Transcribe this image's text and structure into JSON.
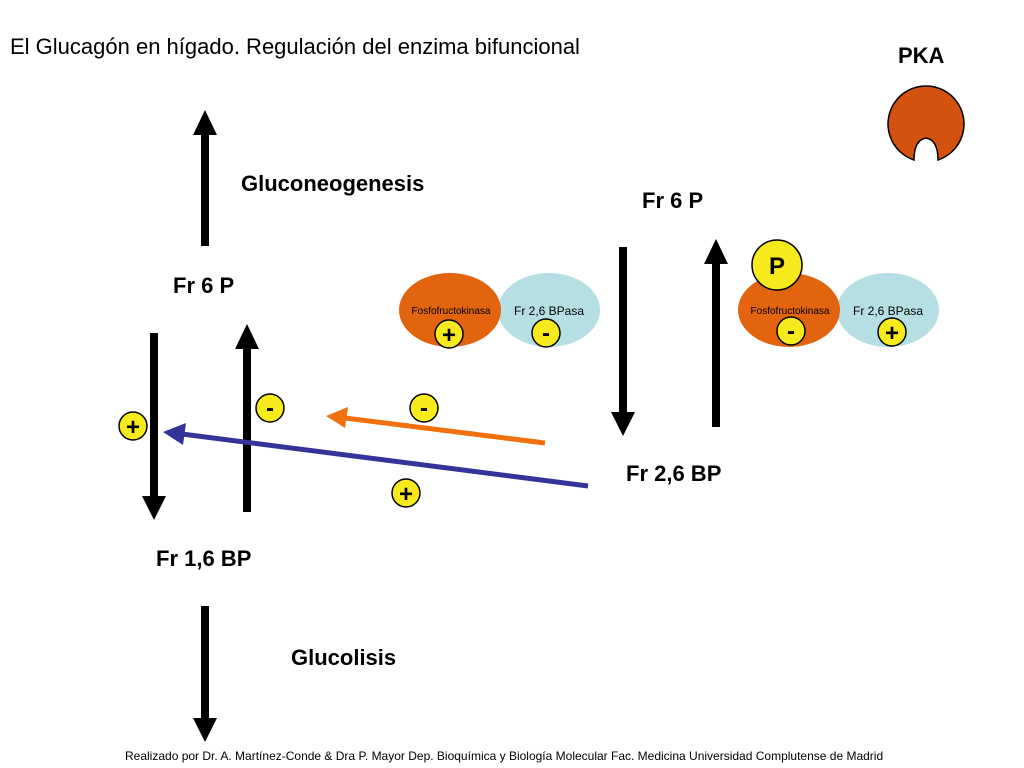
{
  "title": "El Glucagón en hígado. Regulación del enzima bifuncional",
  "labels": {
    "pka": "PKA",
    "gluconeogenesis": "Gluconeogenesis",
    "glucolisis": "Glucolisis",
    "fr6p_left": "Fr 6 P",
    "fr16bp": "Fr 1,6 BP",
    "fr6p_right": "Fr 6 P",
    "fr26bp": "Fr 2,6 BP"
  },
  "enzyme_unphosphorylated": {
    "kinase_label": "Fosfofructokinasa",
    "phosphatase_label": "Fr 2,6 BPasa",
    "kinase_sign": "+",
    "phosphatase_sign": "-"
  },
  "enzyme_phosphorylated": {
    "kinase_label": "Fosfofructokinasa",
    "phosphatase_label": "Fr 2,6 BPasa",
    "phospho_badge": "P",
    "kinase_sign": "-",
    "phosphatase_sign": "+"
  },
  "regulation_signs": {
    "left_down": "+",
    "left_up": "-",
    "orange_arrow": "-",
    "blue_arrow": "+"
  },
  "colors": {
    "orange": "#e2640f",
    "light_blue": "#b5dfe3",
    "pka": "#d4520f",
    "blue_arrow": "#333399",
    "orange_arrow": "#f07010",
    "sign_yellow": "#f6ea1d"
  },
  "footer": "Realizado por Dr. A. Martínez-Conde & Dra P. Mayor Dep. Bioquímica y Biología Molecular Fac. Medicina Universidad Complutense de Madrid"
}
